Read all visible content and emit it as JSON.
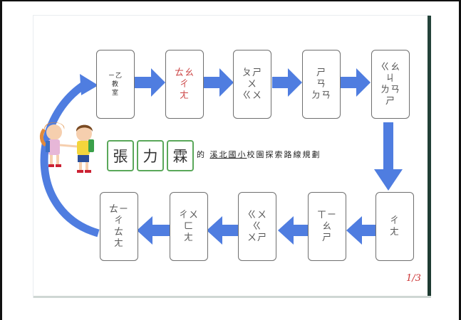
{
  "boxes_top": [
    {
      "glyph": "ㄧ乙\n教\n室",
      "kind": "start"
    },
    {
      "glyph": "ㄊㄠ\nㄔ\nㄤ",
      "kind": "normal",
      "accent": "red"
    },
    {
      "glyph": "ㄆㄕ\nㄨ\nㄍㄨ",
      "kind": "normal"
    },
    {
      "glyph": "ㄕ\nㄢ\nㄉㄢ",
      "kind": "normal"
    },
    {
      "glyph": "ㄍㄠ\nㄐ\nㄌㄢ\nㄕ",
      "kind": "normal"
    }
  ],
  "boxes_bottom": [
    {
      "glyph": "ㄊㄧ\nㄔ\nㄊ\nㄤ",
      "kind": "normal"
    },
    {
      "glyph": "ㄔㄨ\nㄈ\nㄤ",
      "kind": "normal"
    },
    {
      "glyph": "ㄍㄨ\nㄍ\nㄨㄕ",
      "kind": "normal"
    },
    {
      "glyph": "ㄒㄧ\nㄠ\nㄕ",
      "kind": "normal"
    },
    {
      "glyph": "ㄔ\nㄤ",
      "kind": "normal"
    }
  ],
  "name_chars": [
    "張",
    "力",
    "霖"
  ],
  "title": {
    "prefix": "的",
    "underlined": [
      "溪",
      "北",
      "國",
      "小"
    ],
    "suffix": "校園探索路線規劃"
  },
  "page_number": "1/3",
  "colors": {
    "arrow": "#4f7de0",
    "name_border": "#5aa85a",
    "paper_edge": "#1f3d34"
  }
}
